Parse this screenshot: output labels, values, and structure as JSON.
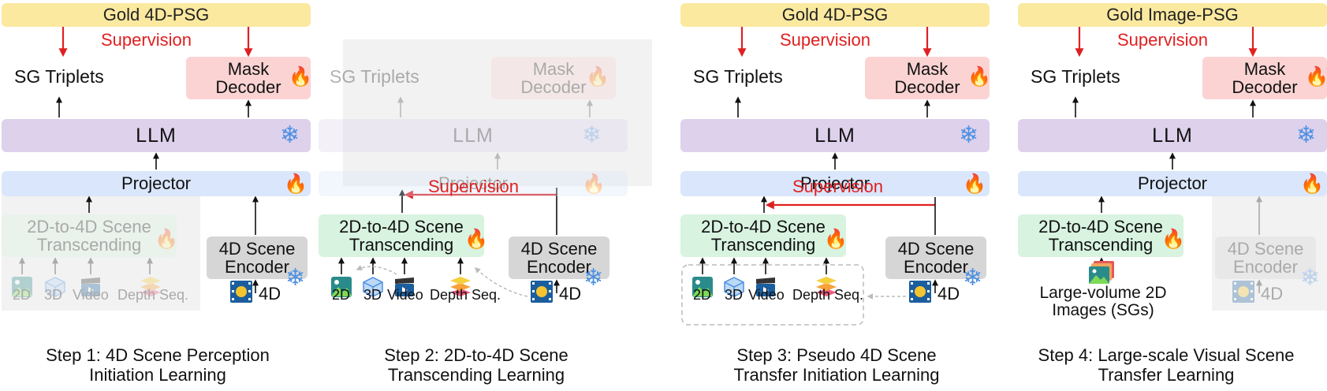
{
  "colors": {
    "supervision": "#e02020",
    "gold": "#fbe9a0",
    "mask": "#fbd3d3",
    "llm": "#ddd1ec",
    "projector": "#d9e6fb",
    "transcending": "#d8f3df",
    "encoder": "#d6d6d6"
  },
  "p1": {
    "gold": "Gold 4D-PSG",
    "supervision": "Supervision",
    "sg": "SG Triplets",
    "mask": "Mask Decoder",
    "llm": "LLM",
    "projector": "Projector",
    "transcending": "2D-to-4D Scene Transcending",
    "encoder": "4D Scene Encoder",
    "l2d": "2D",
    "l3d": "3D",
    "lvideo": "Video",
    "ldepth": "Depth Seq.",
    "l4d": "4D",
    "step_line1": "Step 1: 4D Scene Perception",
    "step_line2": "Initiation Learning"
  },
  "p2": {
    "sg": "SG Triplets",
    "mask": "Mask Decoder",
    "llm": "LLM",
    "projector": "Projector",
    "supervision": "Supervision",
    "transcending": "2D-to-4D Scene Transcending",
    "encoder": "4D Scene Encoder",
    "l2d": "2D",
    "l3d": "3D",
    "lvideo": "Video",
    "ldepth": "Depth Seq.",
    "l4d": "4D",
    "step_line1": "Step 2: 2D-to-4D Scene",
    "step_line2": "Transcending Learning"
  },
  "p3": {
    "gold": "Gold 4D-PSG",
    "supervision": "Supervision",
    "sg": "SG Triplets",
    "mask": "Mask Decoder",
    "llm": "LLM",
    "projector": "Projector",
    "supervision2": "Supervision",
    "transcending": "2D-to-4D Scene Transcending",
    "encoder": "4D Scene Encoder",
    "l2d": "2D",
    "l3d": "3D",
    "lvideo": "Video",
    "ldepth": "Depth Seq.",
    "l4d": "4D",
    "step_line1": "Step 3: Pseudo 4D Scene",
    "step_line2": "Transfer Initiation Learning"
  },
  "p4": {
    "gold": "Gold Image-PSG",
    "supervision": "Supervision",
    "sg": "SG Triplets",
    "mask": "Mask Decoder",
    "llm": "LLM",
    "projector": "Projector",
    "transcending": "2D-to-4D Scene Transcending",
    "encoder": "4D Scene Encoder",
    "images": "Large-volume 2D Images (SGs)",
    "l4d": "4D",
    "step_line1": "Step 4: Large-scale Visual Scene",
    "step_line2": "Transfer Learning"
  }
}
